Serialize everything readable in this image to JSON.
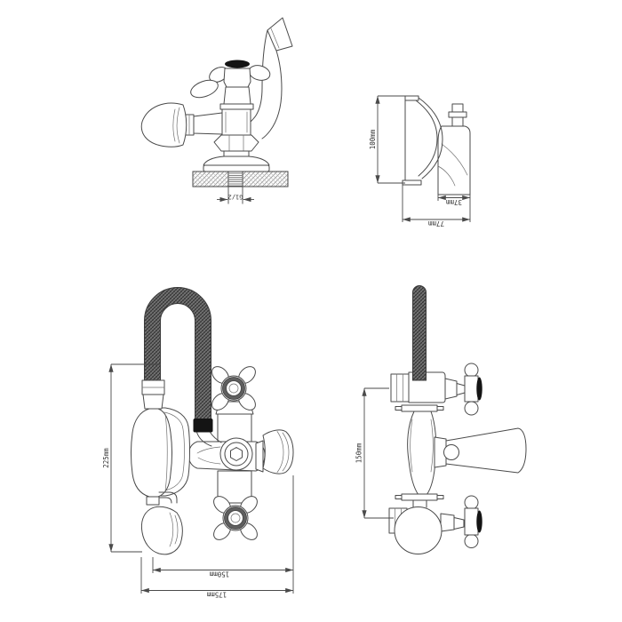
{
  "colors": {
    "background": "#ffffff",
    "line": "#4a4a4a",
    "dimension_text": "#333333",
    "hose_fill": "#7a7a7a",
    "hose_hatch": "#2f2f2f",
    "black_cap": "#141414",
    "knurled_ring": "#5f5f5f",
    "deck_hatch": "#8d8d8d"
  },
  "views": {
    "deck_faucet_front": {
      "thread_label": "G1/2"
    },
    "deck_faucet_side": {
      "height": "100mm",
      "body_depth": "37mm",
      "overall_depth": "77mm"
    },
    "mixer_front": {
      "height": "225mm",
      "inner_width": "150mm",
      "overall_width": "175mm"
    },
    "mixer_side": {
      "height": "150mm"
    }
  }
}
